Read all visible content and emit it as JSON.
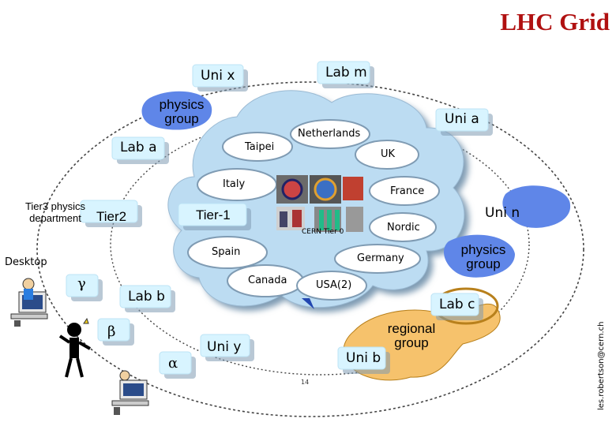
{
  "title": "LHC Grid",
  "labels": {
    "uni_x": "Uni x",
    "lab_m": "Lab m",
    "physics_group_top": "physics group",
    "lab_a": "Lab a",
    "uni_a": "Uni a",
    "netherlands": "Netherlands",
    "taipei": "Taipei",
    "uk": "UK",
    "italy": "Italy",
    "france": "France",
    "tier3": "Tier3 physics department",
    "tier2": "Tier2",
    "tier1": "Tier-1",
    "uni_n": "Uni n",
    "nordic": "Nordic",
    "cern_tier0": "CERN Tier 0",
    "spain": "Spain",
    "physics_group_right": "physics group",
    "germany": "Germany",
    "desktop": "Desktop",
    "gamma": "γ",
    "canada": "Canada",
    "usa": "USA(2)",
    "lab_b": "Lab b",
    "lab_c": "Lab c",
    "regional_group": "regional group",
    "beta": "β",
    "uni_y": "Uni y",
    "uni_b": "Uni b",
    "alpha": "α",
    "author": "les.robertson@cern.ch",
    "page_number": "14"
  },
  "colors": {
    "title": "#b01010",
    "ellipse": "#444444",
    "cloud": "#bcdcf2",
    "shadow": "#7f9bb3",
    "label_box": "#d8f4ff",
    "group_blue": "#5f86e8",
    "group_orange": "#f6c26c",
    "group_orange_edge": "#b8801c"
  },
  "icons": [
    "workstation-icon",
    "person-icon",
    "cern-tier0-photos",
    "connection-arrow-icon"
  ]
}
